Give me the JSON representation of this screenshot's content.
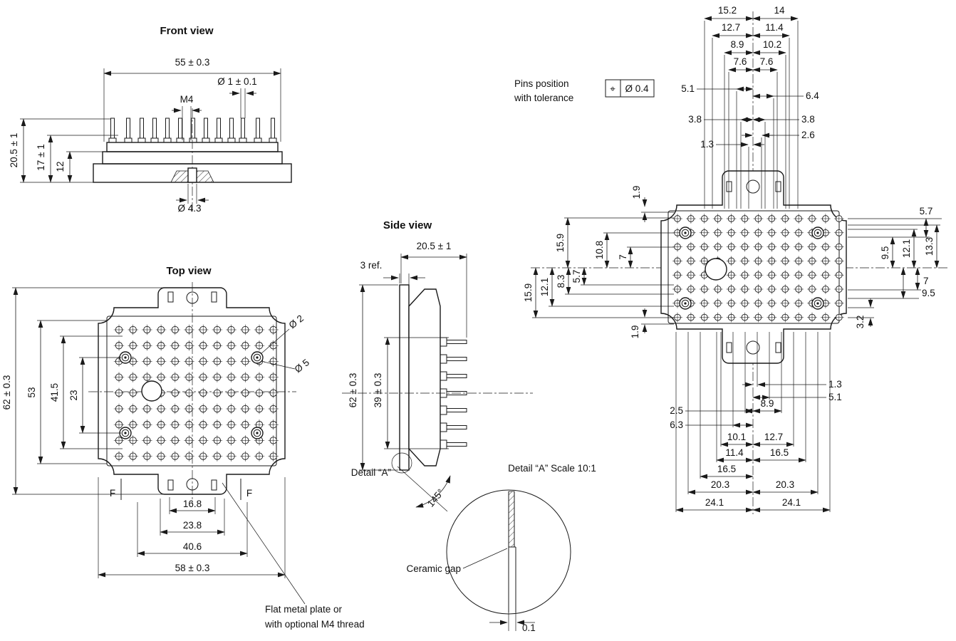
{
  "front_view": {
    "title": "Front view",
    "dim_width": "55 ± 0.3",
    "dim_pin_dia": "Ø 1 ± 0.1",
    "dim_thread": "M4",
    "dim_h_total": "20.5 ± 1",
    "dim_h_mid": "17 ± 1",
    "dim_h_body": "12",
    "dim_hole_dia": "Ø 4.3"
  },
  "top_view": {
    "title": "Top view",
    "dim_height": "62 ± 0.3",
    "dim_53": "53",
    "dim_41_5": "41.5",
    "dim_23": "23",
    "dim_16_8": "16.8",
    "dim_23_8": "23.8",
    "dim_40_6": "40.6",
    "dim_58": "58 ± 0.3",
    "dim_dia2": "Ø 2",
    "dim_dia5": "Ø 5",
    "section_f": "F",
    "note_line1": "Flat metal plate or",
    "note_line2": "with optional M4 thread"
  },
  "side_view": {
    "title": "Side view",
    "dim_depth": "20.5 ± 1",
    "dim_3ref": "3 ref.",
    "dim_62": "62 ± 0.3",
    "dim_39": "39 ± 0.3",
    "detail_label": "Detail “A”",
    "dim_angle": "145°"
  },
  "detail_a": {
    "title": "Detail “A” Scale 10:1",
    "label_ceramic": "Ceramic gap",
    "dim_gap": "0.1"
  },
  "pins_view": {
    "callout_line1": "Pins position",
    "callout_line2": "with tolerance",
    "tol_symbol": "⌖",
    "tol_value": "Ø 0.4",
    "top_left": [
      "15.2",
      "12.7",
      "8.9",
      "7.6",
      "5.1",
      "3.8",
      "1.3"
    ],
    "top_right": [
      "14",
      "11.4",
      "10.2",
      "7.6",
      "6.4",
      "3.8",
      "2.6"
    ],
    "left": [
      "1.9",
      "15.9",
      "10.8",
      "7",
      "15.9",
      "12.1",
      "8.3",
      "5.7",
      "1.9"
    ],
    "right": [
      "5.7",
      "12.1",
      "13.3",
      "9.5",
      "7",
      "9.5",
      "3.2"
    ],
    "bottom": [
      "1.3",
      "5.1",
      "2.5",
      "8.9",
      "6.3",
      "10.1",
      "12.7",
      "11.4",
      "16.5",
      "16.5",
      "20.3",
      "20.3",
      "24.1",
      "24.1"
    ]
  }
}
